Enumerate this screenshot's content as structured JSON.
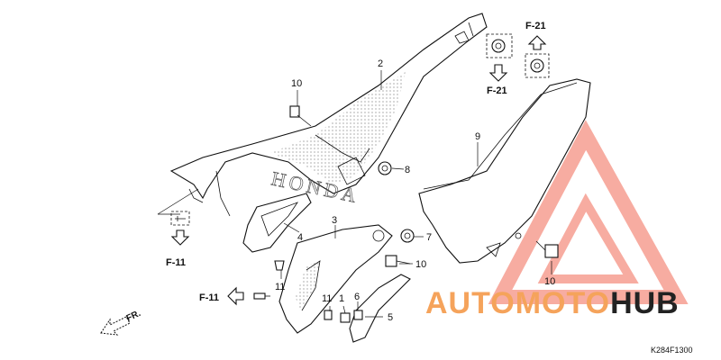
{
  "diagram": {
    "code": "K284F1300",
    "direction_label": "FR.",
    "callouts": {
      "part_1": "1",
      "part_2": "2",
      "part_3": "3",
      "part_4": "4",
      "part_5": "5",
      "part_6": "6",
      "part_7": "7",
      "part_8": "8",
      "part_9": "9",
      "part_10_top": "10",
      "part_10_mid": "10",
      "part_10_right": "10",
      "part_11_left": "11",
      "part_11_bottom": "11"
    },
    "refs": {
      "f21_top": "F-21",
      "f21_bottom": "F-21",
      "f11_left": "F-11",
      "f11_bottom": "F-11"
    },
    "emblem_text": "HONDA"
  },
  "watermark": {
    "brand_part1": "AUTOMOTO",
    "brand_part2": "HUB",
    "accent_color": "#f26a55",
    "orange_color": "#f5a35b"
  }
}
